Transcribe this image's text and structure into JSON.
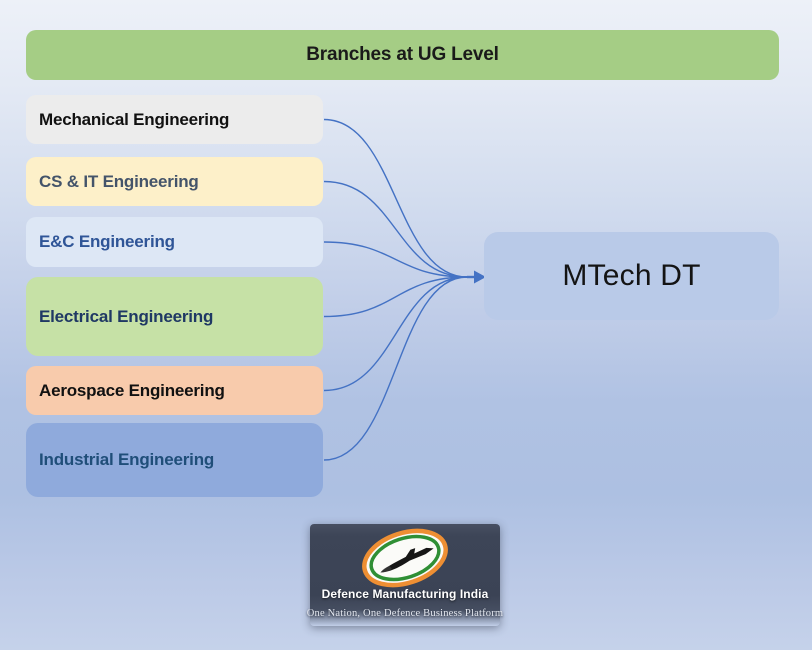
{
  "slide": {
    "background": {
      "top": "#EDF1F8",
      "middle": "#ADC0E2",
      "bottom": "#C5D2EA"
    }
  },
  "header": {
    "label": "Branches at UG Level",
    "bg_color": "#A5CD85",
    "text_color": "#1A1A1A"
  },
  "branches": [
    {
      "label": "Mechanical Engineering",
      "bg_color": "#ECECEC",
      "text_color": "#111111"
    },
    {
      "label": "CS & IT Engineering",
      "bg_color": "#FDF0C9",
      "text_color": "#44546A"
    },
    {
      "label": "E&C Engineering",
      "bg_color": "#DDE7F5",
      "text_color": "#2F5597"
    },
    {
      "label": "Electrical Engineering",
      "bg_color": "#C6E1A6",
      "text_color": "#1F3864"
    },
    {
      "label": "Aerospace Engineering",
      "bg_color": "#F8CBAC",
      "text_color": "#111111"
    },
    {
      "label": "Industrial Engineering",
      "bg_color": "#8FAADC",
      "text_color": "#1F4E79"
    }
  ],
  "target": {
    "label": "MTech DT",
    "bg_color": "#B9CAE8",
    "text_color": "#141414"
  },
  "connectors": {
    "color": "#4472C4",
    "description": "six curved arrows from branch boxes converging into one arrowhead at MTech DT"
  },
  "logo": {
    "title": "Defence Manufacturing India",
    "tagline": "One Nation, One Defence Business Platform",
    "bg_color": "#3B4355",
    "emblem": {
      "icon": "fighter-jet-tricolor-ellipse-icon",
      "ring_outer_color": "#EE8F33",
      "ring_inner_color": "#2F8F35",
      "center_color": "#FBFBF8",
      "jet_color": "#161616"
    }
  }
}
